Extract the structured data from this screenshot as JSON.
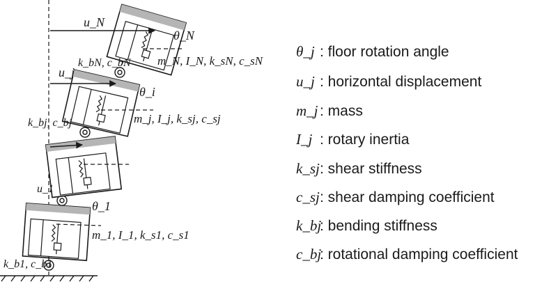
{
  "diagram": {
    "labels": {
      "uN": "u_N",
      "thetaN": "θ_N",
      "springN": "k_bN, c_bN",
      "propsN": "m_N, I_N, k_sN, c_sN",
      "uj": "u_j",
      "thetai": "θ_i",
      "springj": "k_bj, c_bj",
      "propsj": "m_j, I_j, k_sj, c_sj",
      "u1": "u_1",
      "theta1": "θ_1",
      "props1": "m_1, I_1, k_s1, c_s1",
      "spring1": "k_b1, c_b1"
    },
    "legend": [
      {
        "symbol": "θ_j",
        "text": ": floor rotation angle"
      },
      {
        "symbol": "u_j",
        "text": ": horizontal displacement"
      },
      {
        "symbol": "m_j",
        "text": ": mass"
      },
      {
        "symbol": "I_j",
        "text": ": rotary inertia"
      },
      {
        "symbol": "k_sj",
        "text": ": shear stiffness"
      },
      {
        "symbol": "c_sj",
        "text": ": shear damping coefficient"
      },
      {
        "symbol": "k_bj",
        "text": ": bending stiffness"
      },
      {
        "symbol": "c_bj",
        "text": ": rotational damping coefficient"
      }
    ]
  }
}
